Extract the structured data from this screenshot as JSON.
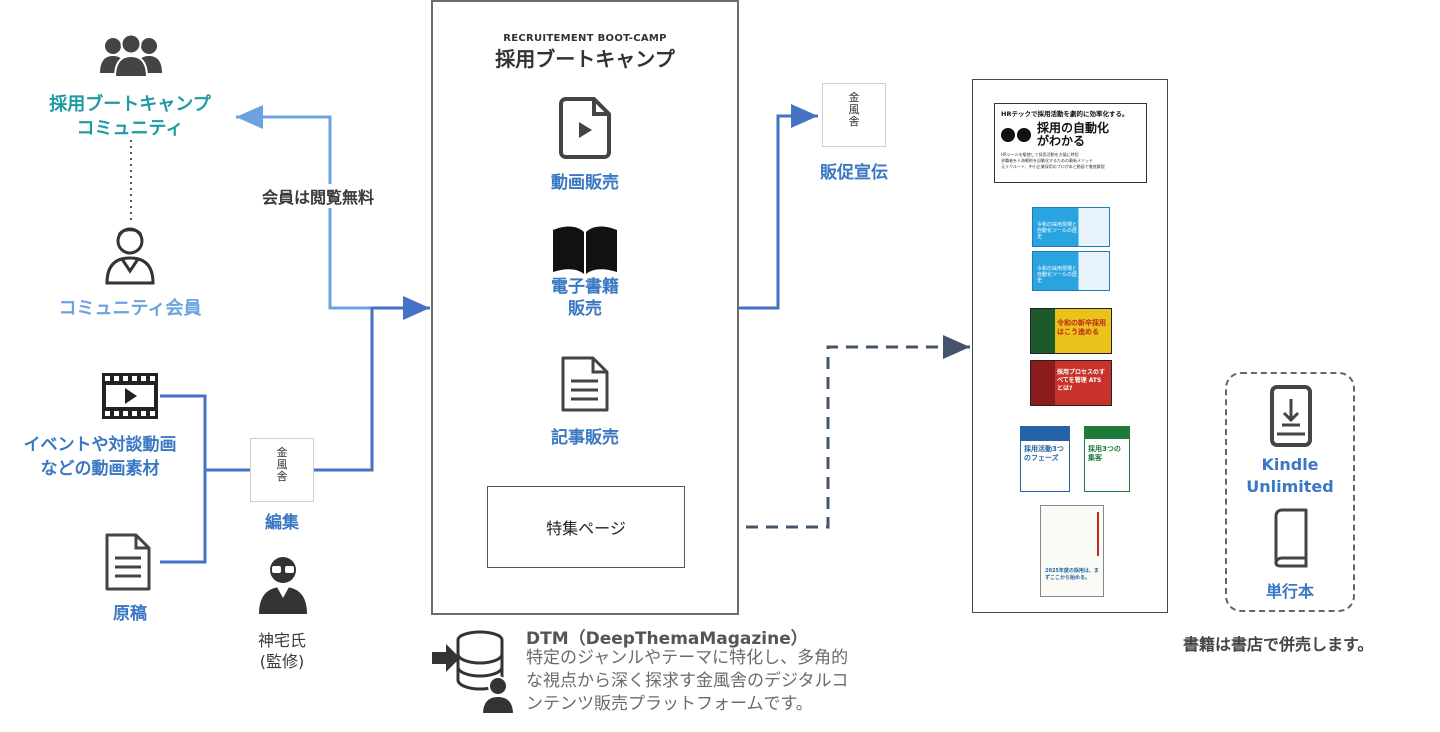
{
  "community": {
    "title_line1": "採用ブートキャンプ",
    "title_line2": "コミュニティ",
    "member_label": "コミュニティ会員",
    "free_note": "会員は閲覧無料"
  },
  "inputs": {
    "video_label_line1": "イベントや対談動画",
    "video_label_line2": "などの動画素材",
    "manuscript_label": "原稿",
    "edit_label": "編集",
    "supervisor_line1": "神宅氏",
    "supervisor_line2": "(監修)"
  },
  "bootcamp": {
    "subtitle": "RECRUITEMENT BOOT-CAMP",
    "title": "採用ブートキャンプ",
    "video_sales": "動画販売",
    "ebook_line1": "電子書籍",
    "ebook_line2": "販売",
    "article_sales": "記事販売",
    "feature_page": "特集ページ"
  },
  "promo": {
    "label": "販促宣伝"
  },
  "seal": {
    "chars": [
      "金",
      "風",
      "舎"
    ]
  },
  "books": {
    "book1_headline": "HRテックで採用活動を劇的に効率化する。",
    "book1_title_line1": "採用の自動化",
    "book1_title_line2": "がわかる",
    "book1_bullets": [
      "HRツールを駆使して採用活動を大幅に時短",
      "求職者を人海戦術を自動化するための最新メソッド",
      "元リクルート、中小企業採用のプロが本と動画で徹底解説"
    ],
    "banner_text": "令和の採用現場と自動化ツールの歴史",
    "banner3_text": "令和の新卒採用はこう進める",
    "banner4_text": "採用プロセスのすべてを管理 ATSとは?",
    "book5_title": "採用活動3つのフェーズ",
    "book6_title": "採用3つの集客",
    "book7_text": "2025年度の採用は、まずここから始める。"
  },
  "channels": {
    "kindle_line1": "Kindle",
    "kindle_line2": "Unlimited",
    "paperback": "単行本",
    "bookstore_note": "書籍は書店で併売します。"
  },
  "dtm": {
    "title": "DTM（DeepThemaMagazine）",
    "desc_line1": "特定のジャンルやテーマに特化し、多角的",
    "desc_line2": "な視点から深く探求す金風舎のデジタルコ",
    "desc_line3": "ンテンツ販売プラットフォームです。"
  },
  "colors": {
    "flow_blue": "#4472c4",
    "light_blue": "#6aa3e0",
    "label_blue": "#3a78c4",
    "teal": "#1d9aa3",
    "dashed": "#44546a"
  }
}
